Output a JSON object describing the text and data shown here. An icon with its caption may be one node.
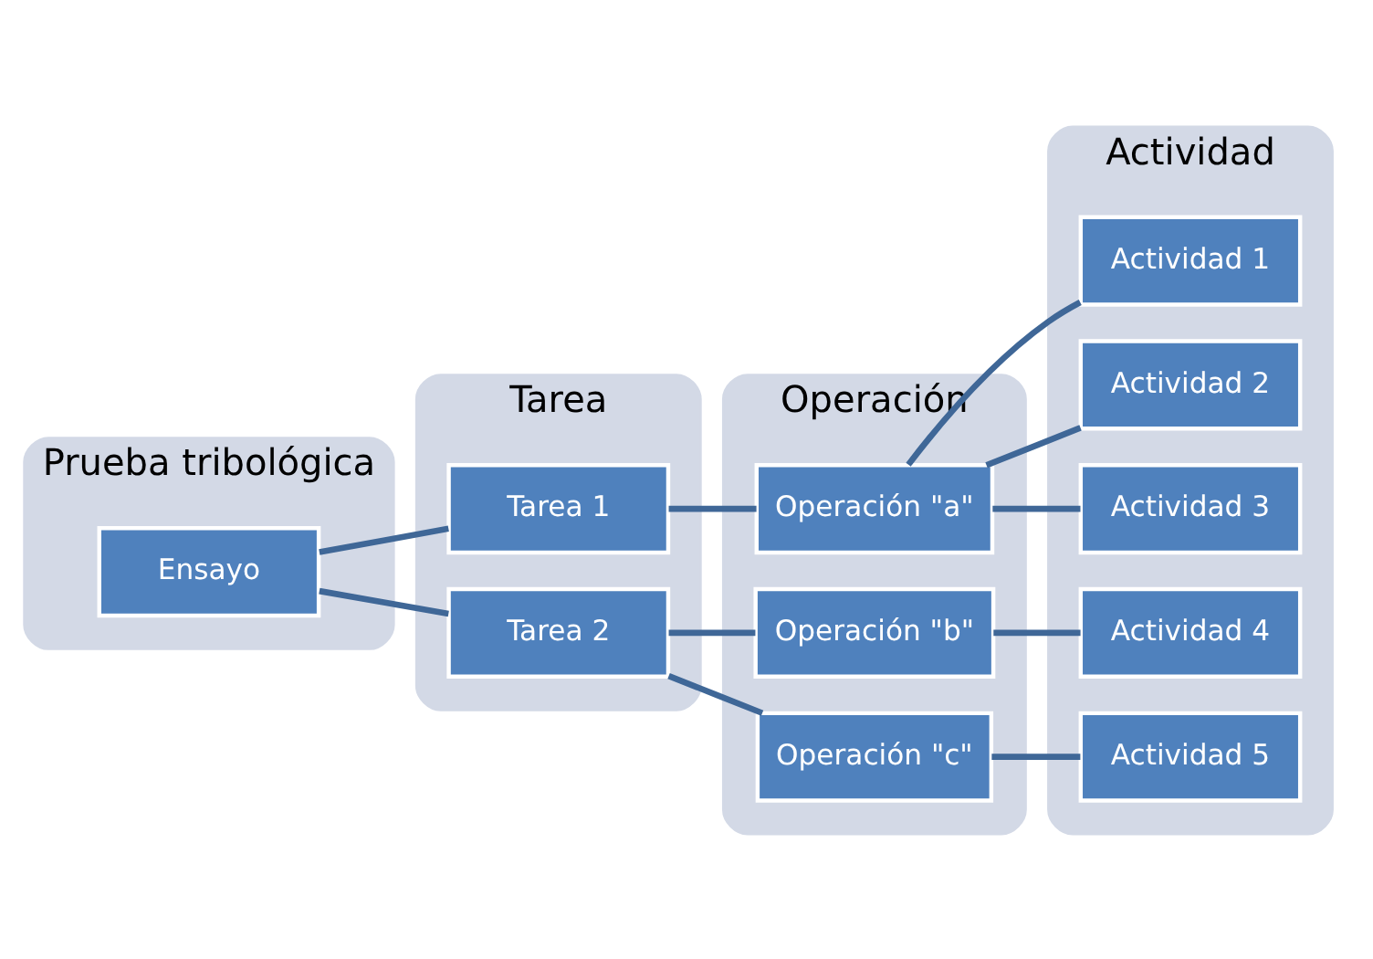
{
  "diagram": {
    "nodes": [
      {
        "text": [
          "Prueba tribológica"
        ]
      },
      {
        "text": [
          "Ensayo"
        ],
        "in": 0
      },
      {
        "text": [
          "Tarea"
        ]
      },
      {
        "text": [
          "Tarea 1"
        ],
        "in": 2
      },
      {
        "text": [
          "Tarea 2"
        ],
        "in": 2
      },
      {
        "text": [
          "Operación"
        ]
      },
      {
        "text": [
          "Operación \"a\""
        ],
        "in": 5
      },
      {
        "text": [
          "Operación \"b\""
        ],
        "in": 5
      },
      {
        "text": [
          "Operación \"c\""
        ],
        "in": 5
      },
      {
        "text": [
          "Actividad"
        ]
      },
      {
        "text": [
          "Actividad 1"
        ],
        "in": 9
      },
      {
        "text": [
          "Actividad 2"
        ],
        "in": 9
      },
      {
        "text": [
          "Actividad 3"
        ],
        "in": 9
      },
      {
        "text": [
          "Actividad 4"
        ],
        "in": 9
      },
      {
        "text": [
          "Actividad 5"
        ],
        "in": 9
      }
    ],
    "edges": [
      {
        "from": 1,
        "to": 3,
        "arrow": "none"
      },
      {
        "from": 1,
        "to": 4,
        "arrow": "none"
      },
      {
        "from": 3,
        "to": 6,
        "arrow": "none"
      },
      {
        "from": 4,
        "to": 7,
        "arrow": "none"
      },
      {
        "from": 4,
        "to": 8,
        "arrow": "none"
      },
      {
        "from": 6,
        "to": 10,
        "arrow": "none"
      },
      {
        "from": 6,
        "to": 11,
        "arrow": "none"
      },
      {
        "from": 6,
        "to": 12,
        "arrow": "none"
      },
      {
        "from": 7,
        "to": 13,
        "arrow": "none"
      },
      {
        "from": 8,
        "to": 14,
        "arrow": "none"
      }
    ]
  }
}
